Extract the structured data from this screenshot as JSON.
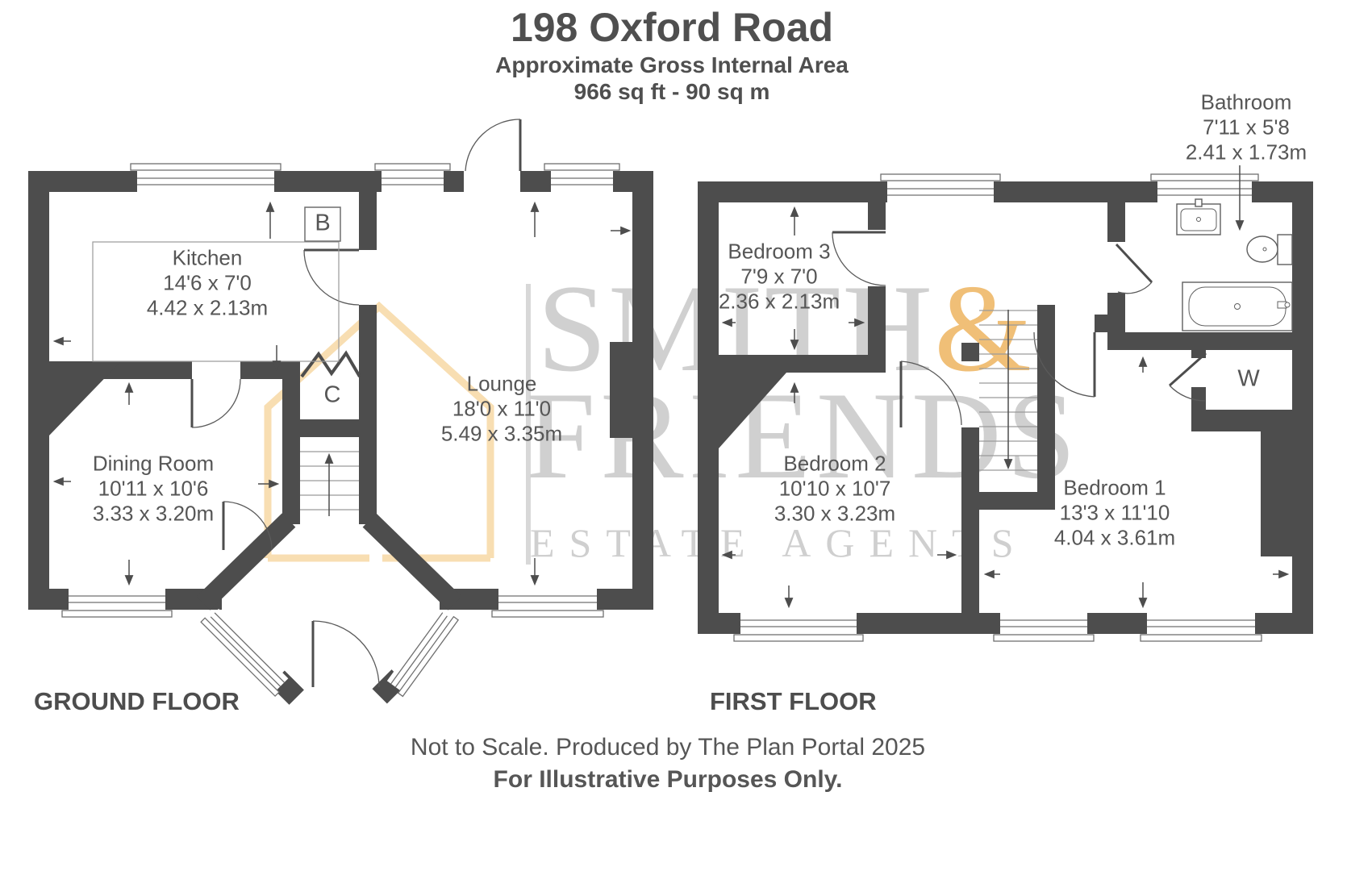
{
  "header": {
    "title": "198 Oxford Road",
    "subtitle": "Approximate Gross Internal Area",
    "area": "966 sq ft - 90 sq m"
  },
  "ground_floor": {
    "label": "GROUND FLOOR",
    "rooms": [
      {
        "name": "Kitchen",
        "imperial": "14'6 x 7'0",
        "metric": "4.42 x 2.13m"
      },
      {
        "name": "Lounge",
        "imperial": "18'0 x 11'0",
        "metric": "5.49 x 3.35m"
      },
      {
        "name": "Dining Room",
        "imperial": "10'11 x 10'6",
        "metric": "3.33 x 3.20m"
      }
    ],
    "boiler_label": "B",
    "cupboard_label": "C"
  },
  "first_floor": {
    "label": "FIRST FLOOR",
    "rooms": [
      {
        "name": "Bedroom 3",
        "imperial": "7'9 x 7'0",
        "metric": "2.36 x 2.13m"
      },
      {
        "name": "Bathroom",
        "imperial": "7'11 x 5'8",
        "metric": "2.41 x 1.73m"
      },
      {
        "name": "Bedroom 2",
        "imperial": "10'10 x 10'7",
        "metric": "3.30 x 3.23m"
      },
      {
        "name": "Bedroom 1",
        "imperial": "13'3 x 11'10",
        "metric": "4.04 x 3.61m"
      }
    ],
    "wardrobe_label": "W"
  },
  "footer": {
    "line1": "Not to Scale. Produced by The Plan Portal 2025",
    "line2": "For Illustrative Purposes Only."
  },
  "watermark": {
    "brand_first": "SMITH",
    "brand_amp": "&",
    "brand_second": "FRIENDS",
    "brand_tag": "ESTATE AGENTS"
  },
  "colors": {
    "wall": "#4d4d4d",
    "text": "#565656",
    "watermark_gray": "#d0d0d0",
    "watermark_orange": "#f0bf77",
    "watermark_house": "#f8deb2"
  }
}
